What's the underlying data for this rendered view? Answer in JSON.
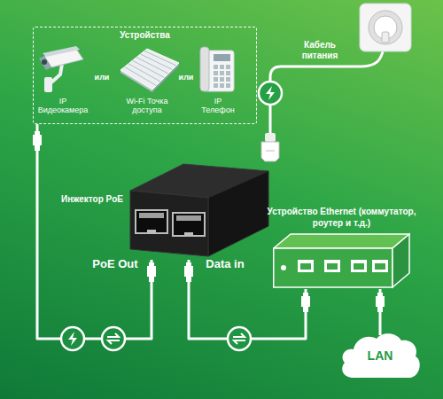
{
  "diagram": {
    "nodes": [
      {
        "text": [
          "Устройства"
        ]
      },
      {
        "text": [
          "IP Видеокамера"
        ],
        "in": 0
      },
      {
        "text": [
          "Wi-Fi Точка доступа"
        ],
        "in": 0
      },
      {
        "text": [
          "IP Телефон"
        ],
        "in": 0
      },
      {
        "text": [
          "Инжектор PoE"
        ]
      },
      {
        "text": [
          "Устройство Ethernet (коммутатор, роутер и т.д.)"
        ]
      },
      {
        "text": [
          "LAN"
        ]
      }
    ],
    "edges": [
      {
        "from": 4,
        "to": 0,
        "arrow": "none"
      },
      {
        "from": 4,
        "to": 5,
        "arrow": "none"
      },
      {
        "from": 5,
        "to": 6,
        "arrow": "none"
      }
    ],
    "labels": [
      "Кабель питания",
      "или",
      "или",
      "PoE Out",
      "Data in"
    ]
  }
}
